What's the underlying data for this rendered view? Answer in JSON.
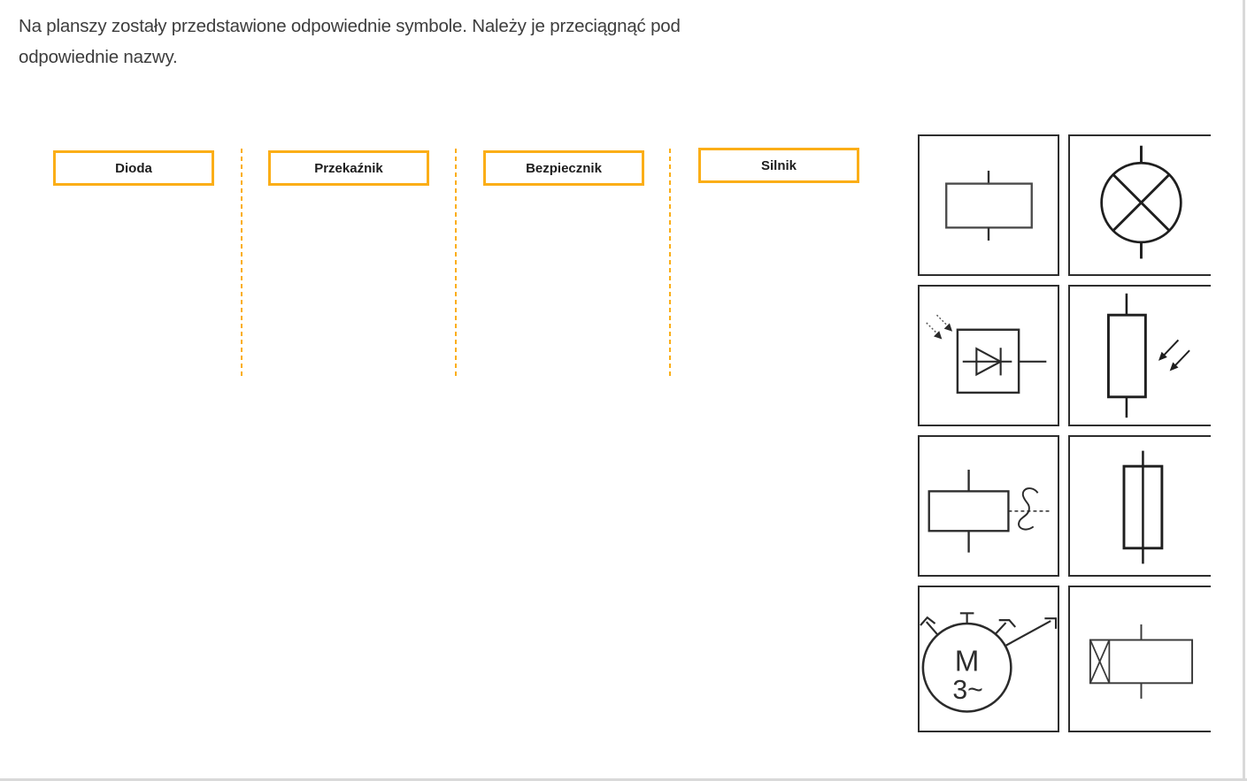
{
  "instructions": {
    "line1": "Na planszy zostały przedstawione odpowiednie symbole. Należy je przeciągnąć pod",
    "line2": "odpowiednie nazwy."
  },
  "drop_zones": [
    {
      "label": "Dioda"
    },
    {
      "label": "Przekaźnik"
    },
    {
      "label": "Bezpiecznik"
    },
    {
      "label": "Silnik"
    }
  ],
  "tiles": [
    {
      "symbol": "coil-rectangle"
    },
    {
      "symbol": "signal-lamp"
    },
    {
      "symbol": "photodiode"
    },
    {
      "symbol": "photoresistor"
    },
    {
      "symbol": "relay-coil-with-contact-link"
    },
    {
      "symbol": "fuse"
    },
    {
      "symbol": "three-phase-motor",
      "label_m": "M",
      "label_phase": "3~"
    },
    {
      "symbol": "contactor-coil"
    }
  ],
  "colors": {
    "accent": "#FBAE17",
    "symbol_stroke": "#2b2b2b",
    "tile_border": "#2e2e2e",
    "text": "#3d3d3d"
  }
}
